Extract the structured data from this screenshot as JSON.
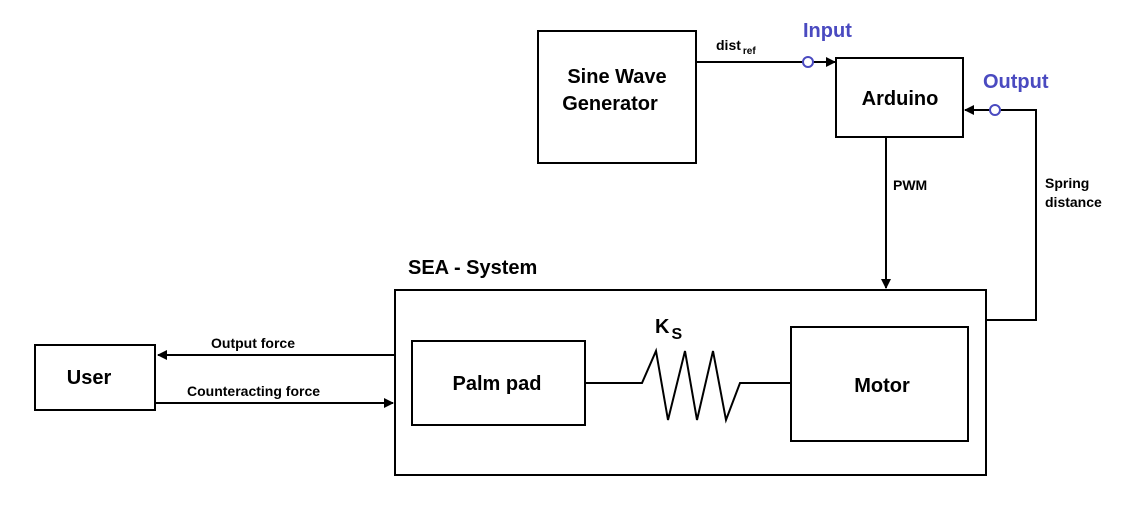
{
  "blocks": {
    "sine_wave": {
      "line1": "Sine Wave",
      "line2": "Generator"
    },
    "arduino": {
      "label": "Arduino"
    },
    "user": {
      "label": "User"
    },
    "sea_system": {
      "label": "SEA - System"
    },
    "palm_pad": {
      "label": "Palm pad"
    },
    "motor": {
      "label": "Motor"
    }
  },
  "signals": {
    "dist_ref": {
      "main": "dist",
      "sub": "ref"
    },
    "pwm": "PWM",
    "spring_distance": {
      "line1": "Spring",
      "line2": "distance"
    },
    "output_force": "Output force",
    "counteracting_force": "Counteracting force",
    "spring_constant": {
      "main": "K",
      "sub": "S"
    }
  },
  "ports": {
    "input": "Input",
    "output": "Output"
  },
  "colors": {
    "port_color": "#4a4ac0",
    "line_color": "#000000"
  }
}
